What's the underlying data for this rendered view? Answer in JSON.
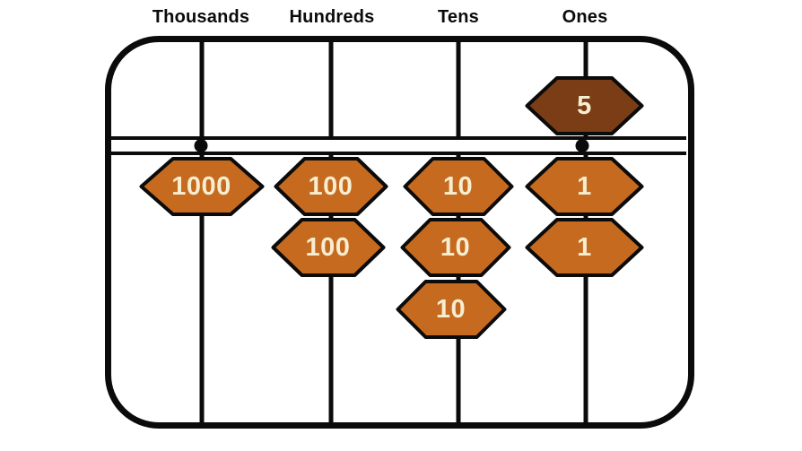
{
  "abacus": {
    "columns": [
      {
        "id": "thousands",
        "label": "Thousands",
        "beads_above_bar": [],
        "beads_below_bar": [
          "1000"
        ]
      },
      {
        "id": "hundreds",
        "label": "Hundreds",
        "beads_above_bar": [],
        "beads_below_bar": [
          "100",
          "100"
        ]
      },
      {
        "id": "tens",
        "label": "Tens",
        "beads_above_bar": [],
        "beads_below_bar": [
          "10",
          "10",
          "10"
        ]
      },
      {
        "id": "ones",
        "label": "Ones",
        "beads_above_bar": [
          "5"
        ],
        "beads_below_bar": [
          "1",
          "1"
        ]
      }
    ],
    "beam_dot_columns": [
      "Thousands",
      "Ones"
    ],
    "colors": {
      "bead_orange": "#C56A1F",
      "bead_above_bar_brown": "#7B3D16",
      "bead_text": "#F7EED2",
      "line": "#0B0B0B",
      "background": "#FFFFFF"
    }
  }
}
